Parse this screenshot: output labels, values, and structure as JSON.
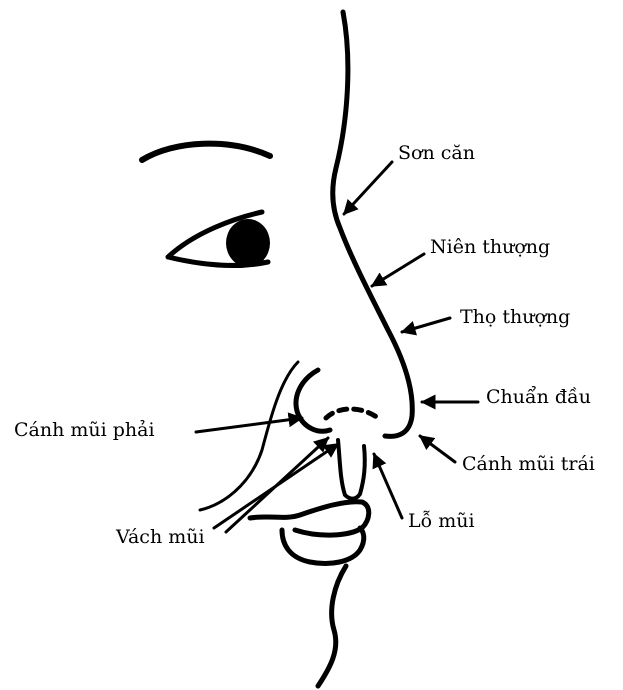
{
  "labels": {
    "son_can": "Sơn căn",
    "nien_thuong": "Niên thượng",
    "tho_thuong": "Thọ thượng",
    "chuan_dau": "Chuẩn đầu",
    "canh_mui_phai": "Cánh mũi phải",
    "canh_mui_trai": "Cánh mũi trái",
    "lo_mui": "Lỗ mũi",
    "vach_mui": "Vách mũi"
  }
}
